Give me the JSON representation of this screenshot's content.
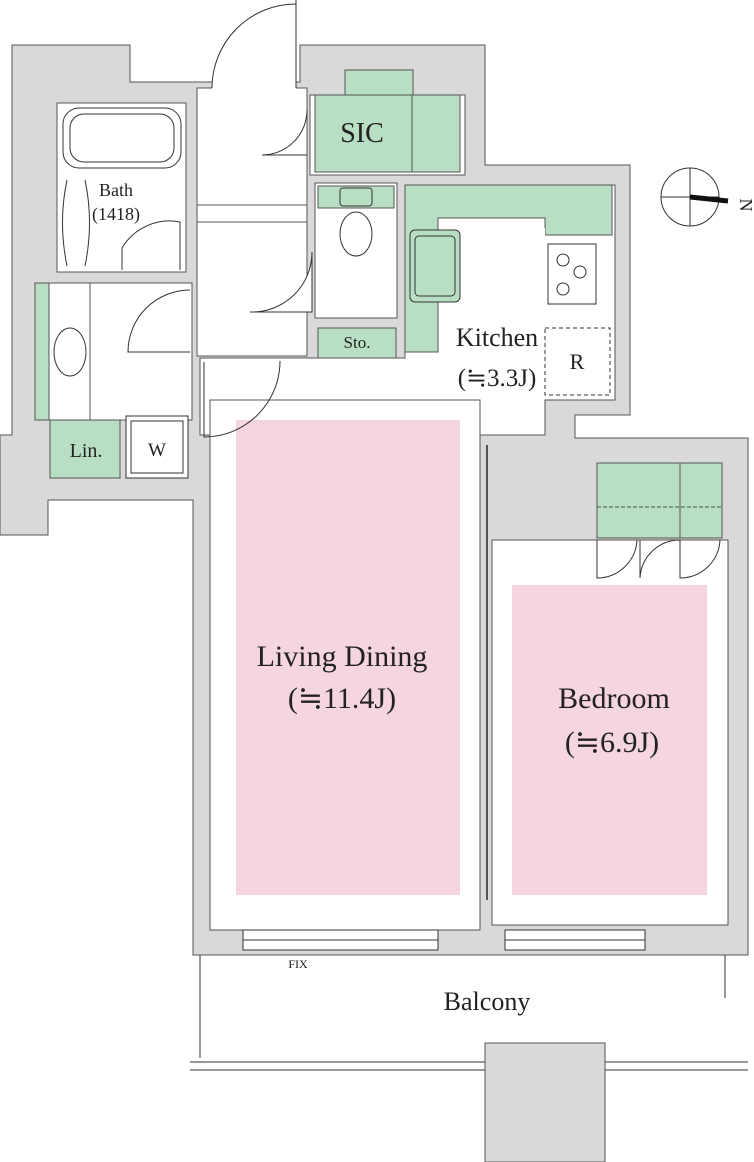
{
  "colors": {
    "wall": "#d9d9d9",
    "storage": "#b8dfc4",
    "room": "#f5d5de",
    "line": "#333333"
  },
  "compass": {
    "label": "N"
  },
  "rooms": {
    "sic": {
      "label": "SIC"
    },
    "bath": {
      "label": "Bath",
      "size": "(1418)"
    },
    "kitchen": {
      "label": "Kitchen",
      "area": "(≒3.3J)"
    },
    "refrigerator": {
      "label": "R"
    },
    "storage": {
      "label": "Sto."
    },
    "linen": {
      "label": "Lin."
    },
    "washer": {
      "label": "W"
    },
    "living_dining": {
      "label": "Living Dining",
      "area": "(≒11.4J)"
    },
    "bedroom": {
      "label": "Bedroom",
      "area": "(≒6.9J)"
    },
    "balcony": {
      "label": "Balcony"
    },
    "fix_window": {
      "label": "FIX"
    }
  }
}
